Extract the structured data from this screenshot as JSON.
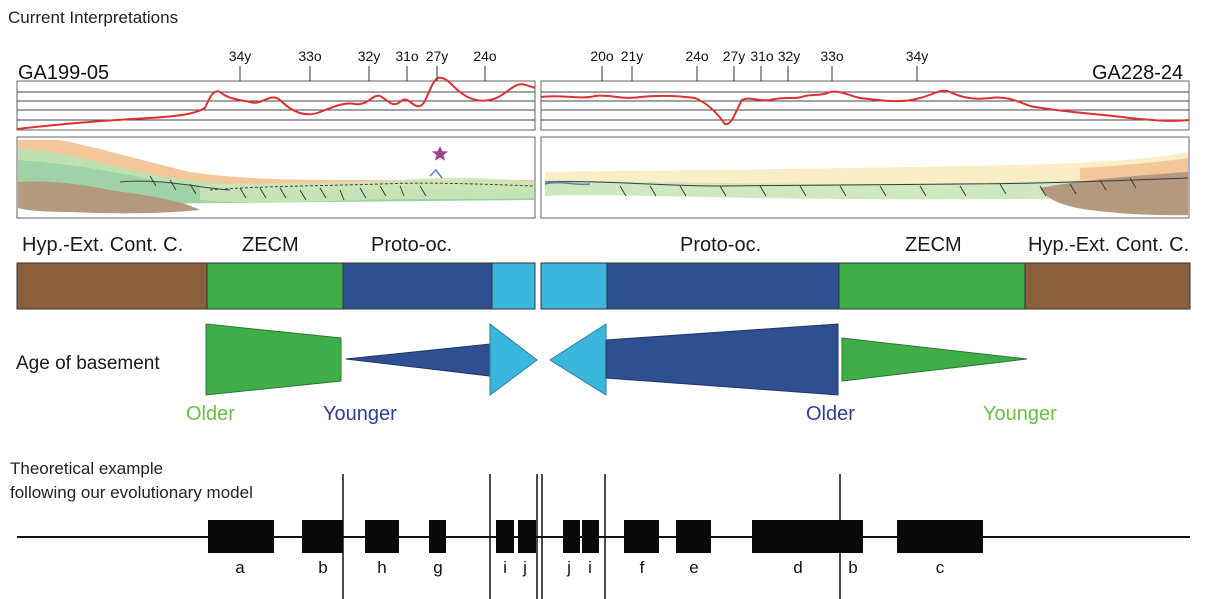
{
  "headings": {
    "current": "Current Interpretations",
    "age": "Age of basement",
    "theory_line1": "Theoretical example",
    "theory_line2": "following our evolutionary model"
  },
  "profiles": {
    "left_name": "GA199-05",
    "right_name": "GA228-24",
    "left_anomalies": [
      "34y",
      "33o",
      "32y",
      "31o",
      "27y",
      "24o"
    ],
    "right_anomalies": [
      "20o",
      "21y",
      "24o",
      "27y",
      "31o",
      "32y",
      "33o",
      "34y"
    ]
  },
  "zones": {
    "labels": [
      "Hyp.-Ext. Cont. C.",
      "ZECM",
      "Proto-oc.",
      "Proto-oc.",
      "ZECM",
      "Hyp.-Ext. Cont. C."
    ],
    "colors": {
      "continental": "#8b5e3c",
      "zecm": "#3fae49",
      "proto": "#2e5090",
      "young": "#3bb6dd"
    }
  },
  "age_words": {
    "left_older": "Older",
    "left_younger": "Younger",
    "right_older": "Older",
    "right_younger": "Younger",
    "green": "#6cbd45",
    "blue": "#2e3f8f"
  },
  "segments": [
    "a",
    "b",
    "h",
    "g",
    "i",
    "j",
    "j",
    "i",
    "f",
    "e",
    "d",
    "b",
    "c"
  ],
  "colors": {
    "magnetic_line": "#e03030",
    "star": "#a0408a"
  }
}
